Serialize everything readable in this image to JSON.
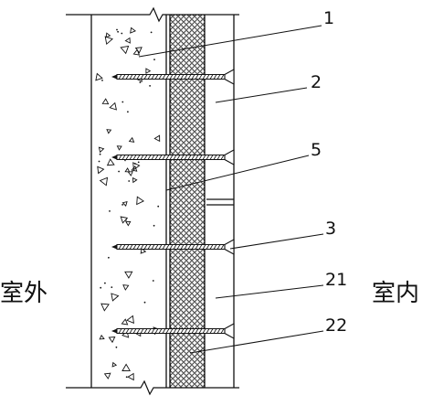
{
  "labels": {
    "outdoor": "室外",
    "indoor": "室内"
  },
  "callouts": [
    {
      "id": "callout-1",
      "text": "1"
    },
    {
      "id": "callout-2",
      "text": "2"
    },
    {
      "id": "callout-5",
      "text": "5"
    },
    {
      "id": "callout-3",
      "text": "3"
    },
    {
      "id": "callout-21",
      "text": "21"
    },
    {
      "id": "callout-22",
      "text": "22"
    }
  ],
  "colors": {
    "line": "#111111",
    "background": "#ffffff"
  }
}
